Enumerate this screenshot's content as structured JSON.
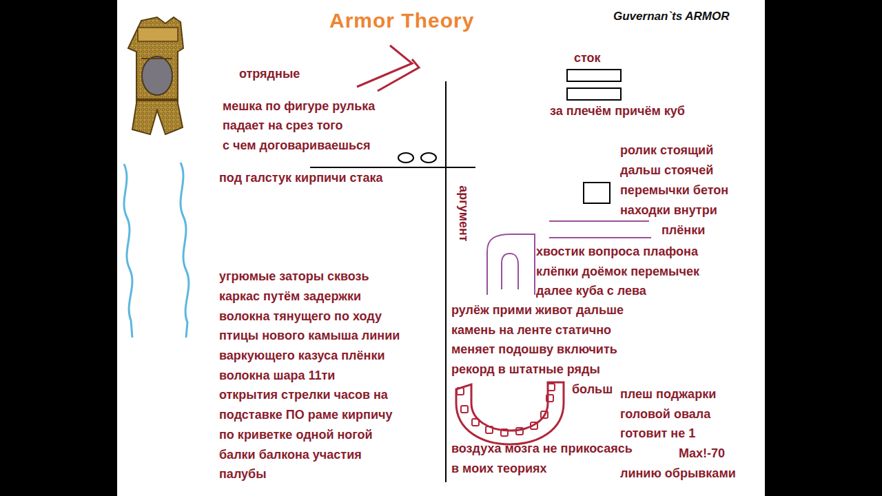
{
  "diagram": {
    "title": "Armor Theory",
    "labels": [
      "Guvernan`ts ARMOR",
      "отрядные",
      "мешка по фигуре рулька",
      "падает на срез того",
      "с чем договариваешься",
      "под галстук кирпичи стака",
      "аргумент",
      "сток",
      "за плечём причём куб",
      "ролик стоящий",
      "дальш стоячей",
      "перемычки бетон",
      "находки внутри",
      "плёнки",
      "хвостик вопроса плафона",
      "клёпки доёмок перемычек",
      "далее куба с лева",
      "угрюмые заторы сквозь",
      "каркас путём задержки",
      "волокна тянущего по ходу",
      "птицы нового камыша линии",
      "варкующего казуса плёнки",
      "волокна шара 11ти",
      "открытия стрелки часов на",
      "подставке ПО раме кирпичу",
      "по криветке одной ногой",
      "балки балкона участия",
      "палубы",
      "рулёж прими живот дальше",
      "камень на ленте статично",
      "меняет подошву включить",
      "рекорд в штатные ряды",
      "больш",
      "плеш поджарки",
      "головой овала",
      "готовит не 1",
      "воздуха мозга не прикосаясь",
      "в моих теориях",
      "Max!-70",
      "линию обрывками"
    ]
  }
}
